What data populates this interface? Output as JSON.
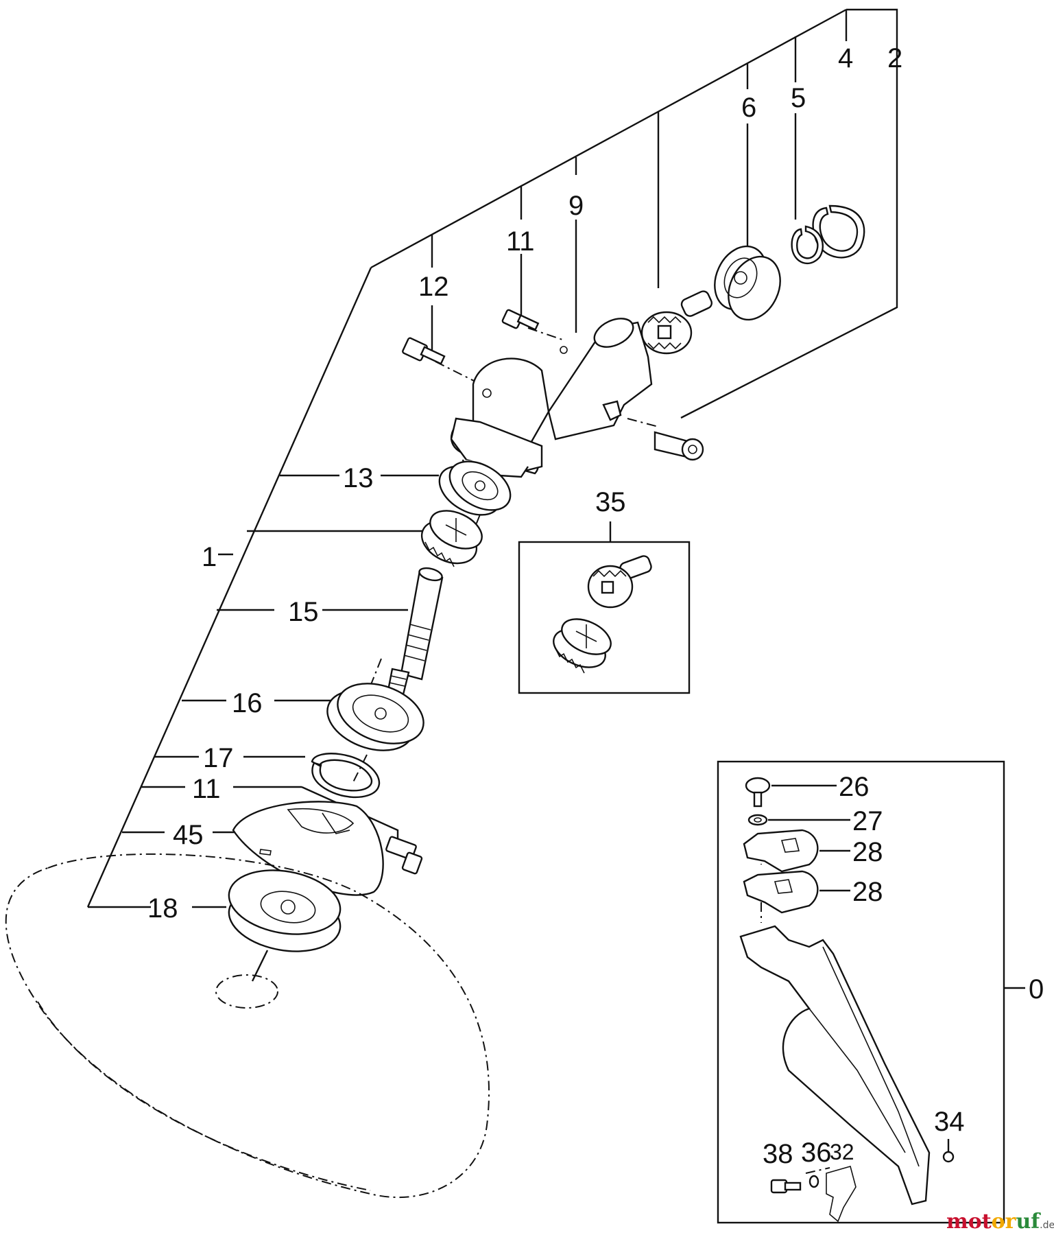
{
  "callouts": {
    "c2": "2",
    "c4": "4",
    "c5": "5",
    "c6": "6",
    "c9": "9",
    "c11_top": "11",
    "c12": "12",
    "c13": "13",
    "c1": "1",
    "c15": "15",
    "c16": "16",
    "c17": "17",
    "c11_bottom": "11",
    "c45": "45",
    "c18": "18",
    "c35": "35",
    "c26": "26",
    "c27": "27",
    "c28_a": "28",
    "c28_b": "28",
    "c0": "0",
    "c34": "34",
    "c38": "38",
    "c36": "36",
    "c32": "32"
  },
  "watermark": {
    "part1": "mot",
    "part2": "or",
    "part3": "uf",
    "suffix": ".de"
  }
}
